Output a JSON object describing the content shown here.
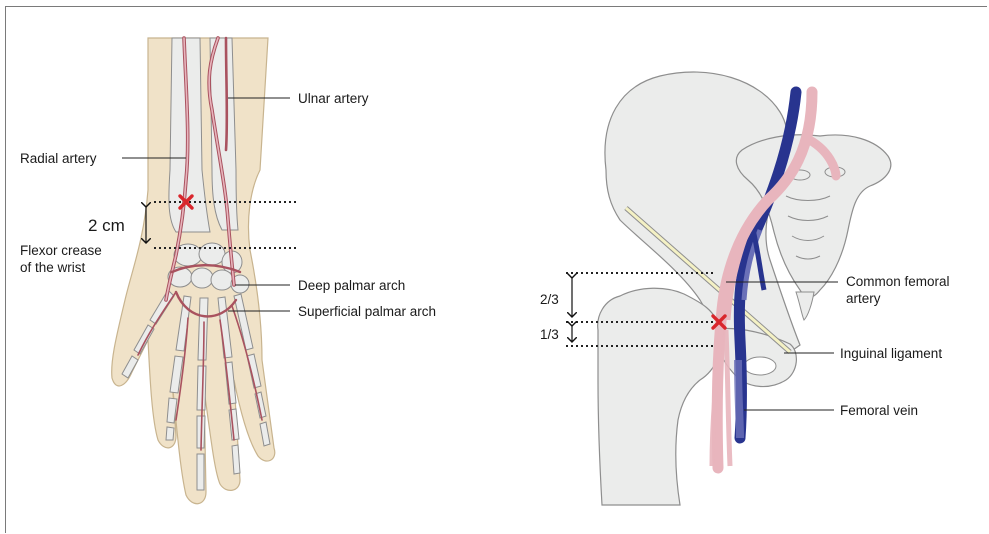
{
  "wrist_panel": {
    "labels": {
      "ulnar_artery": "Ulnar artery",
      "radial_artery": "Radial artery",
      "distance": "2 cm",
      "flexor_crease_line1": "Flexor crease",
      "flexor_crease_line2": "of the wrist",
      "deep_palmar_arch": "Deep palmar arch",
      "superficial_palmar_arch": "Superficial palmar arch"
    }
  },
  "groin_panel": {
    "labels": {
      "common_femoral_line1": "Common femoral",
      "common_femoral_line2": "artery",
      "inguinal_ligament": "Inguinal ligament",
      "femoral_vein": "Femoral vein",
      "two_thirds": "2/3",
      "one_third": "1/3"
    }
  },
  "colors": {
    "artery": "#e8b5bd",
    "artery_outline": "#b56f7c",
    "vessel_dark": "#a9525f",
    "vein": "#28348f",
    "vein_light": "#6a70b8",
    "bone": "#ebeceb",
    "skin": "#f0e2c8",
    "puncture_mark": "#d9262c"
  }
}
